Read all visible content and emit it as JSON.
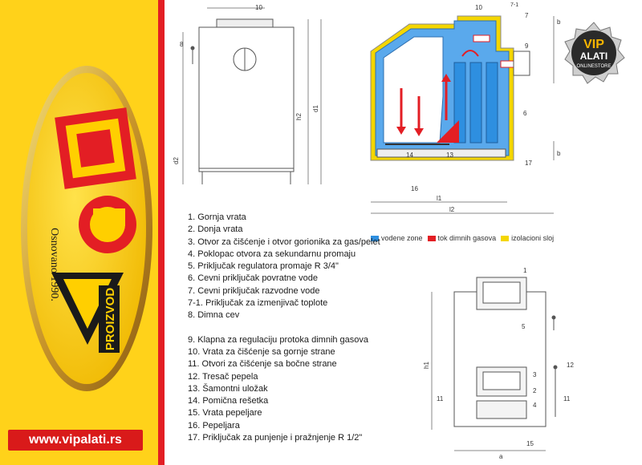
{
  "brand": {
    "logo_founded": "Osnovano 1990.",
    "logo_product": "PROIZVOD",
    "website": "www.vipalati.rs",
    "badge_main": "VIP",
    "badge_sub": "ALATI",
    "badge_tag": "ONLINESTORE"
  },
  "legend": {
    "water": "vodene zone",
    "flue": "tok dimnih gasova",
    "insulation": "izolacioni sloj"
  },
  "colors": {
    "water": "#2e8fe0",
    "flue": "#e31e24",
    "insulation": "#f4d600"
  },
  "dimensions": {
    "b": "b",
    "h2": "h2",
    "d1": "d1",
    "d2": "d2",
    "l1": "l1",
    "l2": "l2",
    "h1": "h1",
    "a": "a",
    "b2": "b"
  },
  "callouts": [
    "10",
    "10",
    "7-1",
    "7",
    "9",
    "6",
    "17",
    "14",
    "13",
    "16",
    "1",
    "5",
    "2",
    "3",
    "4",
    "12",
    "11",
    "11",
    "15",
    "8"
  ],
  "parts": [
    "1. Gornja vrata",
    "2. Donja vrata",
    "3. Otvor za čišćenje i otvor gorionika za gas/pelet",
    "4. Poklopac otvora za sekundarnu promaju",
    "5. Priključak regulatora promaje R 3/4\"",
    "6. Cevni priključak povratne vode",
    "7. Cevni priključak razvodne vode",
    "7-1. Priključak za izmenjivač toplote",
    "8. Dimna cev",
    "9. Klapna za regulaciju protoka dimnih gasova",
    "10. Vrata za čišćenje sa gornje strane",
    "11. Otvori za čišćenje sa bočne strane",
    "12. Tresač pepela",
    "13. Šamontni uložak",
    "14. Pomična rešetka",
    "15. Vrata pepeljare",
    "16. Pepeljara",
    "17. Priključak za punjenje i pražnjenje R 1/2\""
  ]
}
